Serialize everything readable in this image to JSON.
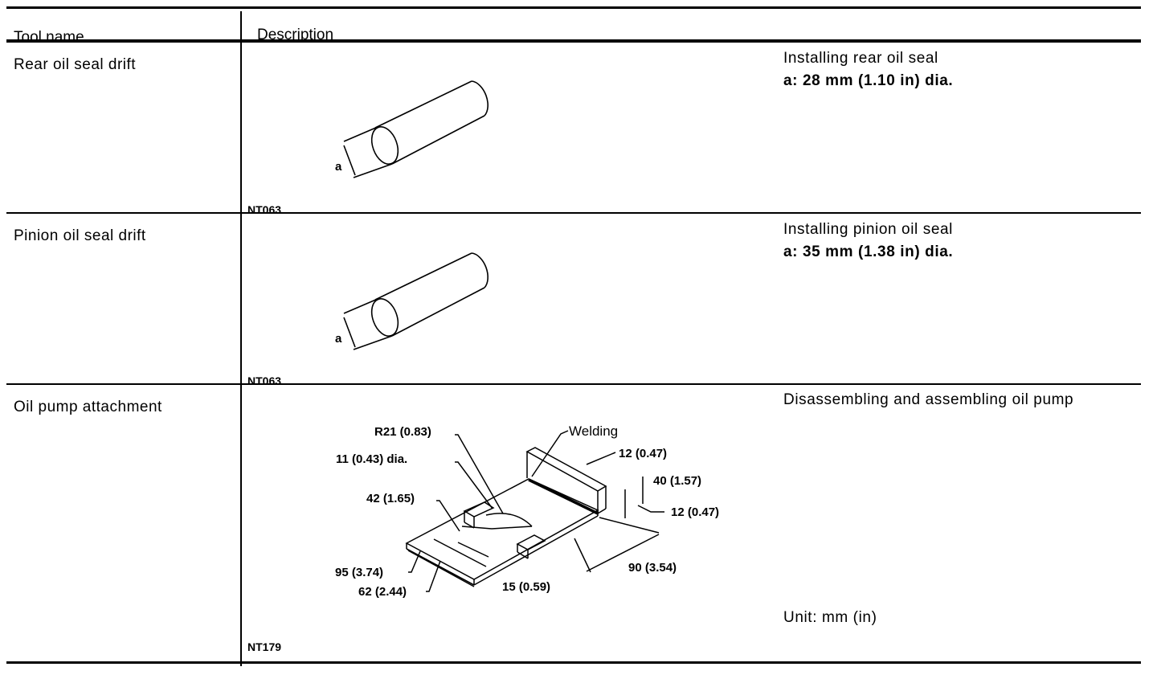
{
  "header": {
    "col1": "Tool name",
    "col2": "Description"
  },
  "rows": [
    {
      "tool_name": "Rear oil seal drift",
      "code": "NT063",
      "description": "Installing rear oil seal",
      "spec": "a: 28 mm (1.10 in) dia.",
      "dim_label": "a"
    },
    {
      "tool_name": "Pinion oil seal drift",
      "code": "NT063",
      "description": "Installing pinion oil seal",
      "spec": "a: 35 mm (1.38 in) dia.",
      "dim_label": "a"
    },
    {
      "tool_name": "Oil pump attachment",
      "code": "NT179",
      "description": "Disassembling and assembling oil pump",
      "unit": "Unit: mm (in)",
      "callouts": {
        "r21": "R21 (0.83)",
        "hole": "11 (0.43) dia.",
        "welding": "Welding",
        "d42": "42 (1.65)",
        "d12a": "12 (0.47)",
        "d40": "40 (1.57)",
        "d12b": "12 (0.47)",
        "d95": "95 (3.74)",
        "d62": "62 (2.44)",
        "d15": "15 (0.59)",
        "d90": "90 (3.54)"
      }
    }
  ]
}
